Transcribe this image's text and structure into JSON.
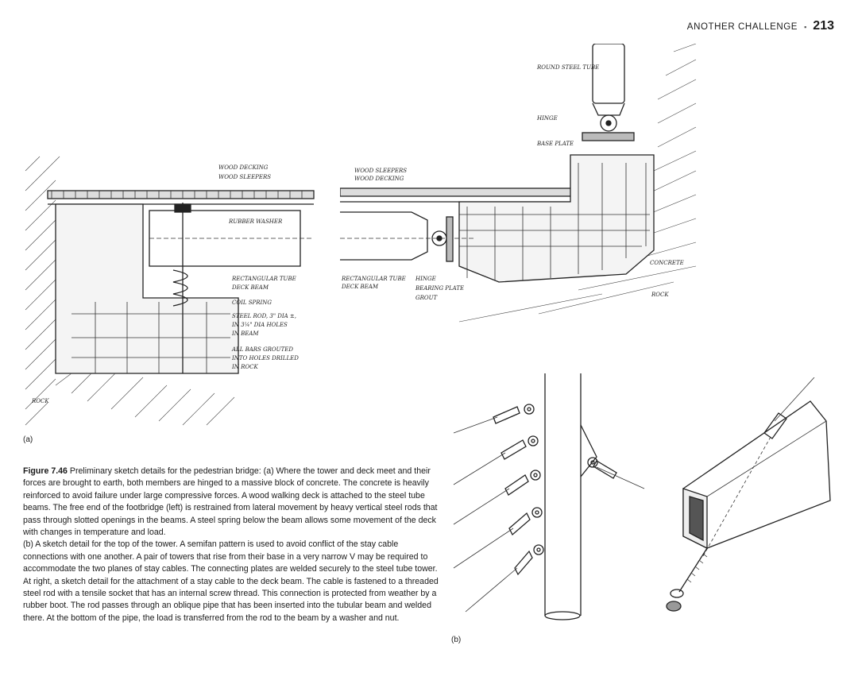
{
  "header": {
    "running_head": "ANOTHER CHALLENGE",
    "page_number": "213"
  },
  "panels": {
    "a_label": "(a)",
    "b_label": "(b)"
  },
  "sketch_a_left_notes": {
    "wood_decking": "WOOD DECKING",
    "wood_sleepers": "WOOD SLEEPERS",
    "rubber_washer": "RUBBER WASHER",
    "rect_tube": "RECTANGULAR TUBE",
    "deck_beam": "DECK BEAM",
    "coil_spring": "COIL SPRING",
    "steel_rod": "STEEL ROD, 3\" DIA ±,",
    "in_holes": "IN 3¼\" DIA HOLES",
    "in_beam": "IN BEAM",
    "all_bars_grouted": "ALL BARS GROUTED",
    "into_holes": "INTO HOLES DRILLED",
    "in_rock": "IN ROCK",
    "rock": "ROCK"
  },
  "sketch_a_right_notes": {
    "wood_sleepers": "WOOD SLEEPERS",
    "wood_decking": "WOOD DECKING",
    "round_steel_tube": "ROUND STEEL TUBE",
    "hinge_top": "HINGE",
    "base_plate": "BASE PLATE",
    "rect_tube": "RECTANGULAR TUBE",
    "deck_beam": "DECK BEAM",
    "hinge": "HINGE",
    "bearing_plate": "BEARING PLATE",
    "grout": "GROUT",
    "concrete": "CONCRETE",
    "rock": "ROCK"
  },
  "caption": {
    "figure_label": "Figure 7.46",
    "paragraph_a": "Preliminary sketch details for the pedestrian bridge: (a) Where the tower and deck meet and their forces are brought to earth, both members are hinged to a massive block of concrete. The concrete is heavily reinforced to avoid failure under large compressive forces. A wood walking deck is attached to the steel tube beams. The free end of the footbridge (left) is restrained from lateral movement by heavy vertical steel rods that pass through slotted openings in the beams. A steel spring below the beam allows some movement of the deck with changes in temperature and load.",
    "paragraph_b": "(b) A sketch detail for the top of the tower. A semifan pattern is used to avoid conflict of the stay cable connections with one another. A pair of towers that rise from their base in a very narrow V may be required to accommodate the two planes of stay cables. The connecting plates are welded securely to the steel tube tower. At right, a sketch detail for the attachment of a stay cable to the deck beam. The cable is fastened to a threaded steel rod with a tensile socket that has an internal screw thread. This connection is protected from weather by a rubber boot. The rod passes through an oblique pipe that has been inserted into the tubular beam and welded there. At the bottom of the pipe, the load is transferred from the rod to the beam by a washer and nut."
  }
}
